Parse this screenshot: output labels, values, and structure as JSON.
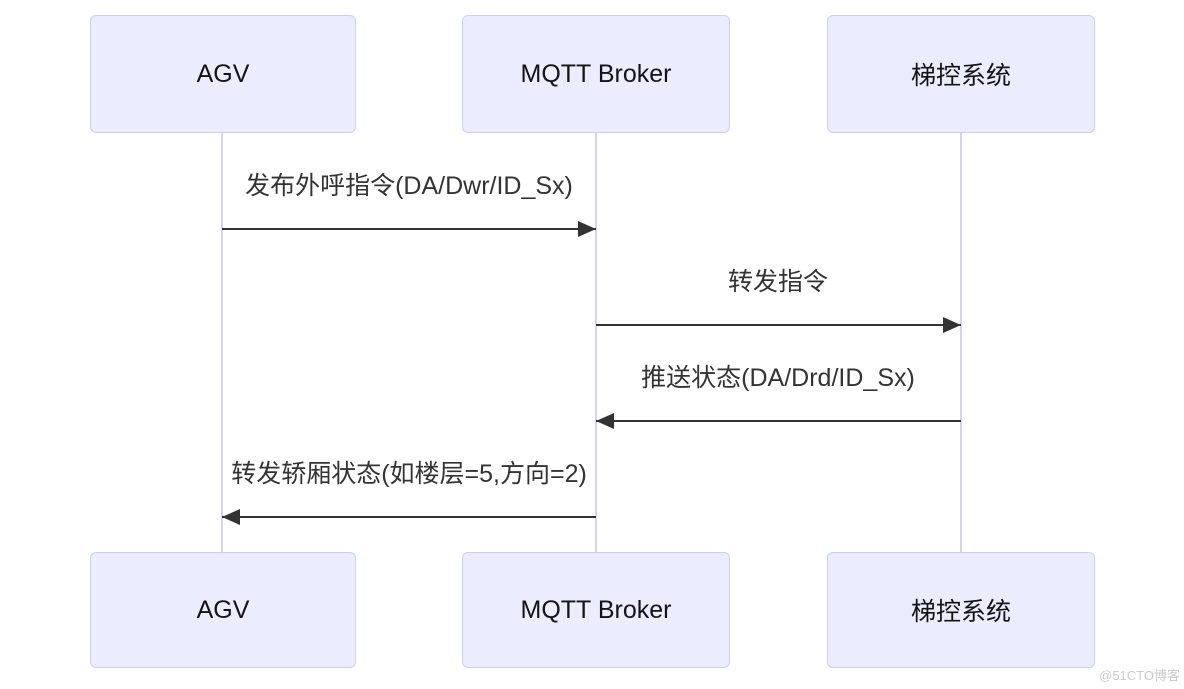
{
  "diagram": {
    "type": "sequence",
    "actors": [
      {
        "id": "agv",
        "label": "AGV"
      },
      {
        "id": "mqtt-broker",
        "label": "MQTT Broker"
      },
      {
        "id": "elevator-control",
        "label": "梯控系统"
      }
    ],
    "messages": [
      {
        "from": "AGV",
        "to": "MQTT Broker",
        "label": "发布外呼指令(DA/Dwr/ID_Sx)",
        "direction": "right"
      },
      {
        "from": "MQTT Broker",
        "to": "梯控系统",
        "label": "转发指令",
        "direction": "right"
      },
      {
        "from": "梯控系统",
        "to": "MQTT Broker",
        "label": "推送状态(DA/Drd/ID_Sx)",
        "direction": "left"
      },
      {
        "from": "MQTT Broker",
        "to": "AGV",
        "label": "转发轿厢状态(如楼层=5,方向=2)",
        "direction": "left"
      }
    ],
    "colors": {
      "actor_fill": "#ECECFF",
      "actor_border": "#CCCCFF",
      "lifeline": "#D8D0F0",
      "arrow": "#333333",
      "message_text": "#333333"
    },
    "watermark": "@51CTO博客"
  }
}
